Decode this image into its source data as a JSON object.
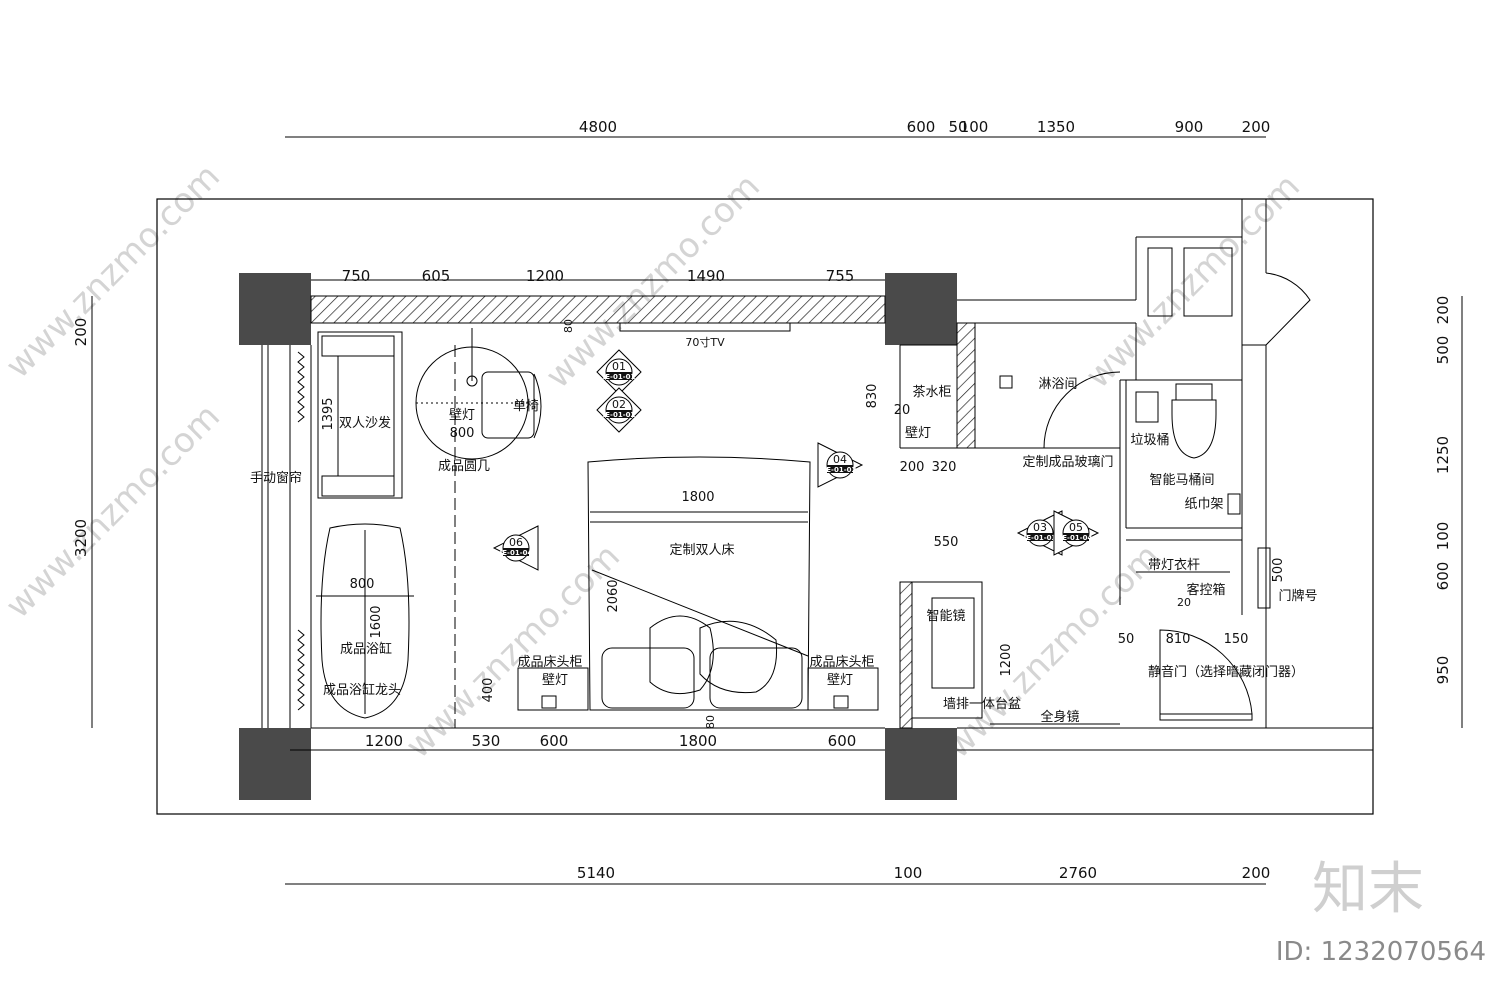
{
  "dims": {
    "top_outer": [
      "4800",
      "600",
      "50",
      "100",
      "1350",
      "900",
      "200"
    ],
    "top_inner": [
      "750",
      "605",
      "1200",
      "1490",
      "755"
    ],
    "bottom_inner": [
      "1200",
      "530",
      "600",
      "1800",
      "600"
    ],
    "bottom_outer": [
      "5140",
      "100",
      "2760",
      "200"
    ],
    "left": [
      "200",
      "3200"
    ],
    "right": [
      "200",
      "500",
      "1250",
      "100",
      "600",
      "950"
    ],
    "other": {
      "sofa_1395": "1395",
      "table_800": "800",
      "tv_80": "80",
      "cab_830": "830",
      "lamp_20": "20",
      "w200": "200",
      "w320": "320",
      "bed_1800": "1800",
      "bed_2060": "2060",
      "tub_800": "800",
      "tub_1600": "1600",
      "night_400": "400",
      "foot_80": "80",
      "mirror_550": "550",
      "mirror_1200": "1200",
      "d50": "50",
      "d810": "810",
      "d150": "150",
      "d20": "20",
      "d500": "500"
    }
  },
  "labels": {
    "tv": "70寸TV",
    "sofa": "双人沙发",
    "wall_lamp": "壁灯",
    "round_table": "成品圆几",
    "single_chair": "单椅",
    "curtain": "手动窗帘",
    "tea_cabinet": "茶水柜",
    "shower": "淋浴间",
    "glass_door": "定制成品玻璃门",
    "trash": "垃圾桶",
    "toilet": "智能马桶间",
    "tissue": "纸巾架",
    "bed": "定制双人床",
    "tub": "成品浴缸",
    "tub_faucet": "成品浴缸龙头",
    "nightstand_left": "成品床头柜",
    "nightstand_right": "成品床头柜",
    "lamp_left": "壁灯",
    "lamp_right": "壁灯",
    "smart_mirror": "智能镜",
    "basin": "墙排一体台盆",
    "full_mirror": "全身镜",
    "hanger": "带灯衣杆",
    "control_box": "客控箱",
    "door_number": "门牌号",
    "silent_door": "静音门（选择暗藏闭门器）"
  },
  "tags": [
    {
      "num": "01",
      "code": "IE-01-01"
    },
    {
      "num": "02",
      "code": "IE-01-02"
    },
    {
      "num": "04",
      "code": "IE-01-03"
    },
    {
      "num": "06",
      "code": "IE-01-04"
    },
    {
      "num": "03",
      "code": "IE-01-03"
    },
    {
      "num": "05",
      "code": "IE-01-04"
    }
  ],
  "watermark": "www.znzmo.com",
  "brand": "知末",
  "id_text": "ID: 1232070564"
}
